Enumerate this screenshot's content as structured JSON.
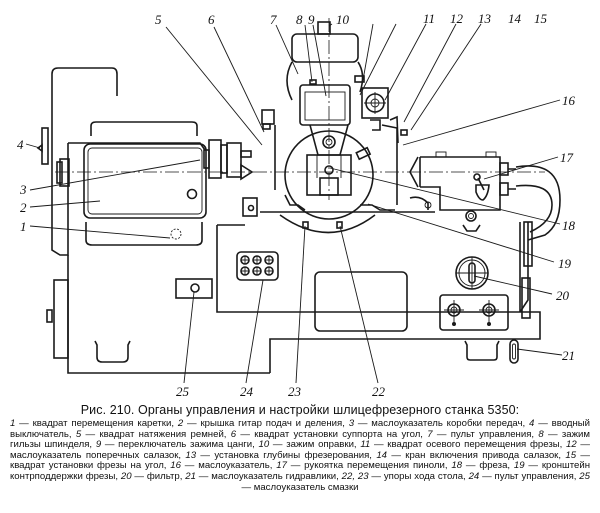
{
  "figure": {
    "title": "Рис. 210. Органы управления и настройки шлицефрезерного станка 5350:",
    "subject": "шлицефрезерный станок 5350",
    "callouts": [
      {
        "n": "1",
        "text": "квадрат перемещения каретки"
      },
      {
        "n": "2",
        "text": "крышка гитар подач и деления"
      },
      {
        "n": "3",
        "text": "маслоуказатель коробки передач"
      },
      {
        "n": "4",
        "text": "вводный выключатель"
      },
      {
        "n": "5",
        "text": "квадрат натяжения ремней"
      },
      {
        "n": "6",
        "text": "квадрат установки суппорта на угол"
      },
      {
        "n": "7",
        "text": "пульт управления"
      },
      {
        "n": "8",
        "text": "зажим гильзы шпинделя"
      },
      {
        "n": "9",
        "text": "переключатель зажима цанги"
      },
      {
        "n": "10",
        "text": "зажим оправки"
      },
      {
        "n": "11",
        "text": "квадрат осевого перемещения фрезы"
      },
      {
        "n": "12",
        "text": "маслоуказатель поперечных салазок"
      },
      {
        "n": "13",
        "text": "установка глубины фрезерования"
      },
      {
        "n": "14",
        "text": "кран включения привода салазок"
      },
      {
        "n": "15",
        "text": "квадрат установки фрезы на угол"
      },
      {
        "n": "16",
        "text": "маслоуказатель"
      },
      {
        "n": "17",
        "text": "рукоятка перемещения пиноли"
      },
      {
        "n": "18",
        "text": "фреза"
      },
      {
        "n": "19",
        "text": "кронштейн контрподдержки фрезы"
      },
      {
        "n": "20",
        "text": "фильтр"
      },
      {
        "n": "21",
        "text": "маслоуказатель гидравлики"
      },
      {
        "n": "22, 23",
        "text": "упоры хода стола"
      },
      {
        "n": "24",
        "text": "пульт управления"
      },
      {
        "n": "25",
        "text": "маслоуказатель смазки"
      }
    ]
  },
  "labels": {
    "l1": "1",
    "l2": "2",
    "l3": "3",
    "l4": "4",
    "l5": "5",
    "l6": "6",
    "l7": "7",
    "l8": "8",
    "l9": "9",
    "l10": "10",
    "l11": "11",
    "l12": "12",
    "l13": "13",
    "l14": "14",
    "l15": "15",
    "l16": "16",
    "l17": "17",
    "l18": "18",
    "l19": "19",
    "l20": "20",
    "l21": "21",
    "l22": "22",
    "l23": "23",
    "l24": "24",
    "l25": "25"
  }
}
